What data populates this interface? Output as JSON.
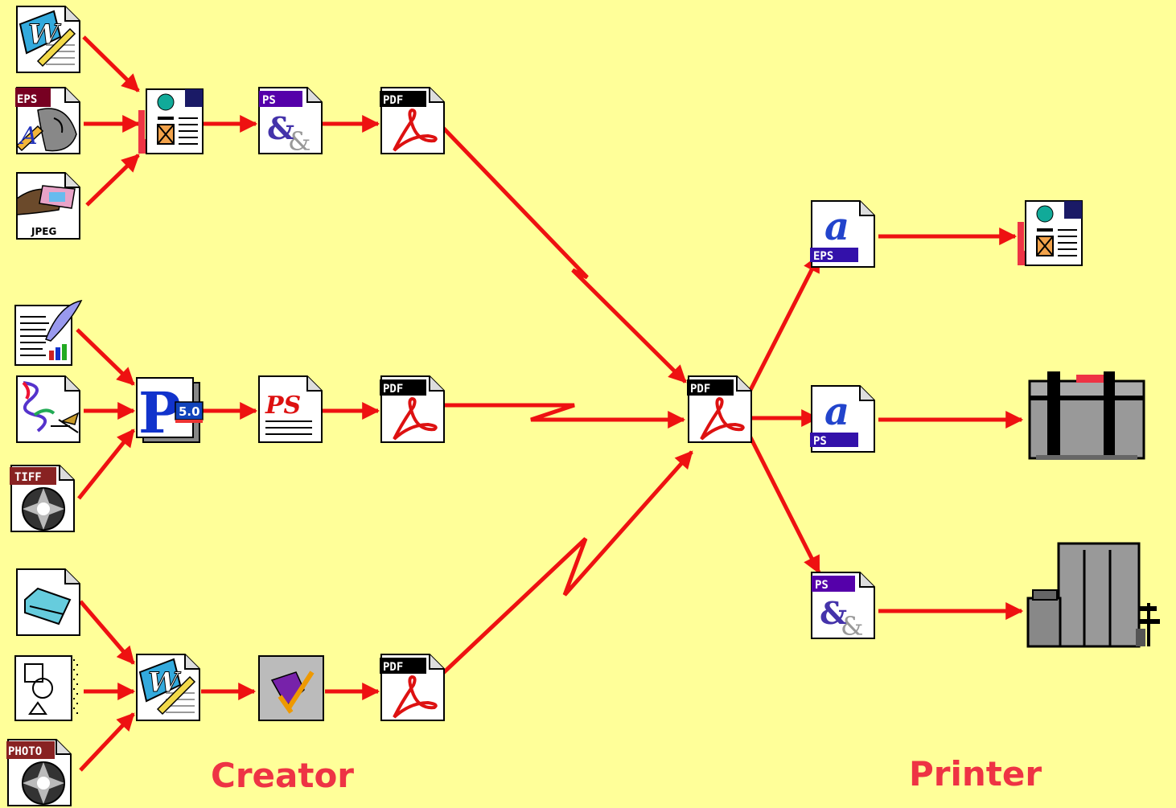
{
  "labels": {
    "creator": "Creator",
    "printer": "Printer"
  },
  "colors": {
    "background": "#ffff99",
    "arrow": "#ee1111",
    "label": "#ee3344"
  },
  "icon_tags": {
    "eps": "EPS",
    "ps": "PS",
    "pdf": "PDF",
    "jpeg": "JPEG",
    "tiff": "TIFF",
    "photo": "PHOTO",
    "pagemaker_version": "5.0",
    "illustrator_mark": "a",
    "pagemaker_mark": "P",
    "postscript_mark": "PS",
    "ampersand_mark": "&&"
  },
  "icons": [
    "word-document-icon",
    "eps-image-icon",
    "jpeg-image-icon",
    "quarkxpress-icon",
    "postscript-amp-icon",
    "pdf-icon",
    "writer-document-icon",
    "vector-drawing-icon",
    "tiff-image-icon",
    "pagemaker-icon",
    "postscript-file-icon",
    "pdf-icon",
    "folder-document-icon",
    "shapes-document-icon",
    "photo-image-icon",
    "word-document-icon",
    "acrobat-distiller-icon",
    "pdf-icon",
    "pdf-central-icon",
    "illustrator-eps-icon",
    "quarkxpress-icon",
    "illustrator-ps-icon",
    "desktop-printer-icon",
    "postscript-amp-icon",
    "production-press-icon"
  ]
}
